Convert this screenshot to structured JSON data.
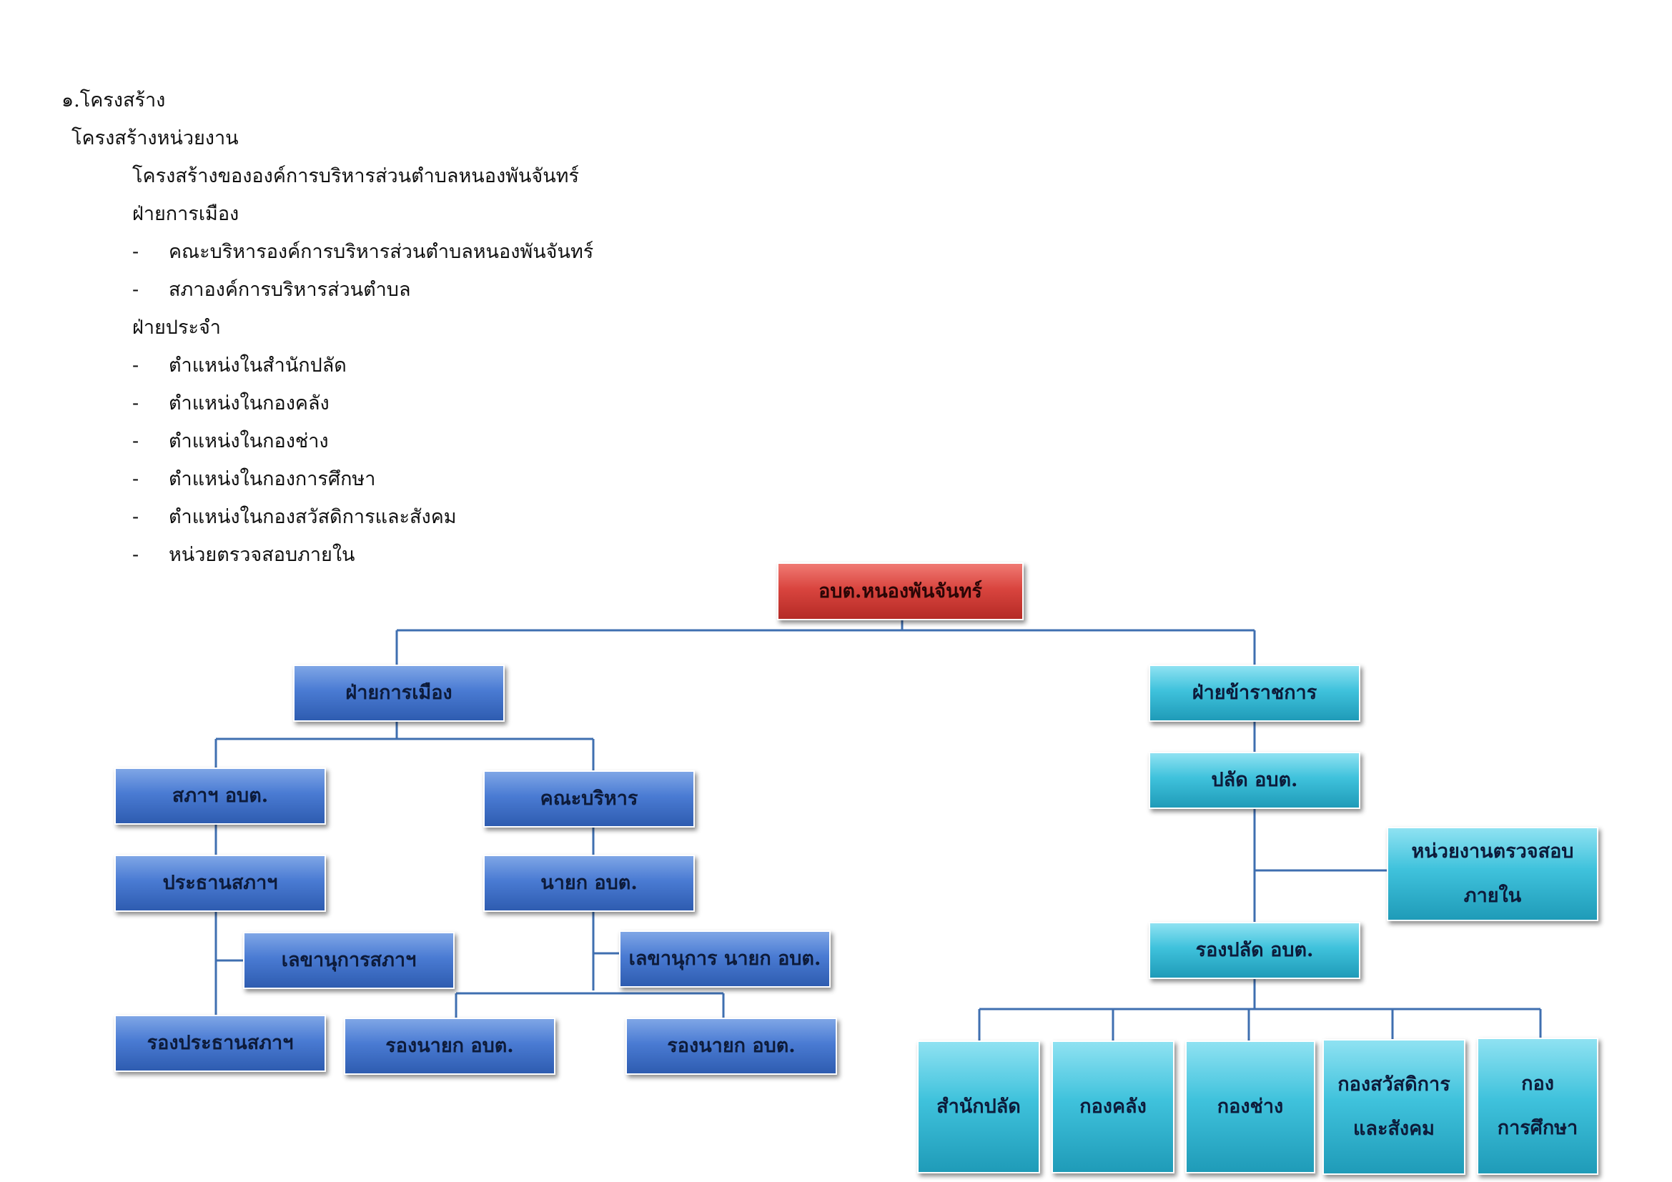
{
  "text": {
    "section_title": "๑.โครงสร้าง",
    "subtitle": "โครงสร้างหน่วยงาน",
    "intro": "โครงสร้างขององค์การบริหารส่วนตำบลหนองพันจันทร์",
    "political_heading": "ฝ่ายการเมือง",
    "political_items": [
      "คณะบริหารองค์การบริหารส่วนตำบลหนองพันจันทร์",
      "สภาองค์การบริหารส่วนตำบล"
    ],
    "permanent_heading": "ฝ่ายประจำ",
    "permanent_items": [
      "ตำแหน่งในสำนักปลัด",
      "ตำแหน่งในกองคลัง",
      "ตำแหน่งในกองช่าง",
      "ตำแหน่งในกองการศึกษา",
      "ตำแหน่งในกองสวัสดิการและสังคม",
      "หน่วยตรวจสอบภายใน"
    ],
    "bullet": "-"
  },
  "chart": {
    "root": "อบต.หนองพันจันทร์",
    "political": "ฝ่ายการเมือง",
    "council": "สภาฯ อบต.",
    "council_chair": "ประธานสภาฯ",
    "council_secretary": "เลขานุการสภาฯ",
    "council_vice_chair": "รองประธานสภาฯ",
    "executive": "คณะบริหาร",
    "mayor": "นายก อบต.",
    "mayor_secretary": "เลขานุการ นายก อบต.",
    "vice_mayor_1": "รองนายก อบต.",
    "vice_mayor_2": "รองนายก อบต.",
    "civil": "ฝ่ายข้าราชการ",
    "clerk": "ปลัด อบต.",
    "audit_line1": "หน่วยงานตรวจสอบ",
    "audit_line2": "ภายใน",
    "deputy_clerk": "รองปลัด อบต.",
    "dept_office": "สำนักปลัด",
    "dept_finance": "กองคลัง",
    "dept_engineering": "กองช่าง",
    "dept_welfare_line1": "กองสวัสดิการ",
    "dept_welfare_line2": "และสังคม",
    "dept_education_line1": "กอง",
    "dept_education_line2": "การศึกษา"
  },
  "colors": {
    "root": "#d9453f",
    "political": "#4a7bd3",
    "civil": "#3fc2dc",
    "connector": "#3f6fb0"
  }
}
